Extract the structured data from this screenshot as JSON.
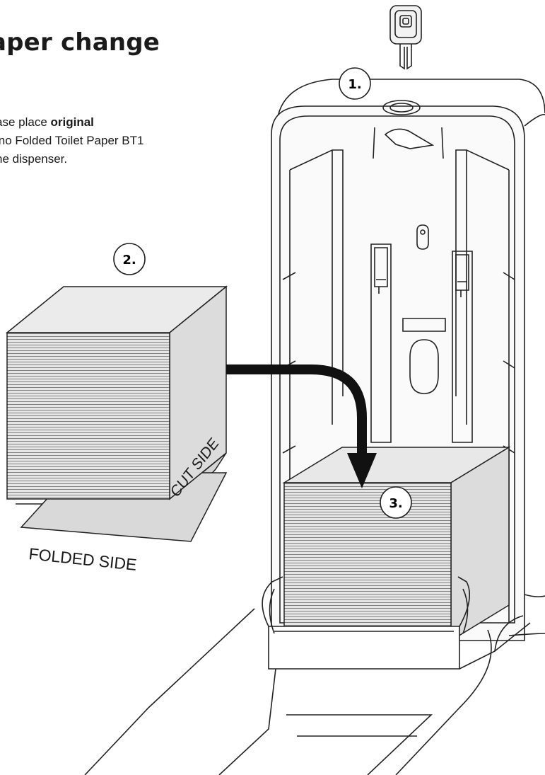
{
  "heading": {
    "title": "aper change"
  },
  "instructions": {
    "line1_prefix": "ase place ",
    "line1_bold": "original",
    "line2": "ino Folded Toilet Paper BT1",
    "line3": "he dispenser."
  },
  "steps": [
    {
      "label": "1."
    },
    {
      "label": "2."
    },
    {
      "label": "3."
    }
  ],
  "labels": {
    "cut_side": "CUT SIDE",
    "folded_side": "FOLDED SIDE"
  },
  "colors": {
    "line": "#222222",
    "paper_fill": "#e6e6e6",
    "arrow": "#111111",
    "background": "#ffffff"
  }
}
